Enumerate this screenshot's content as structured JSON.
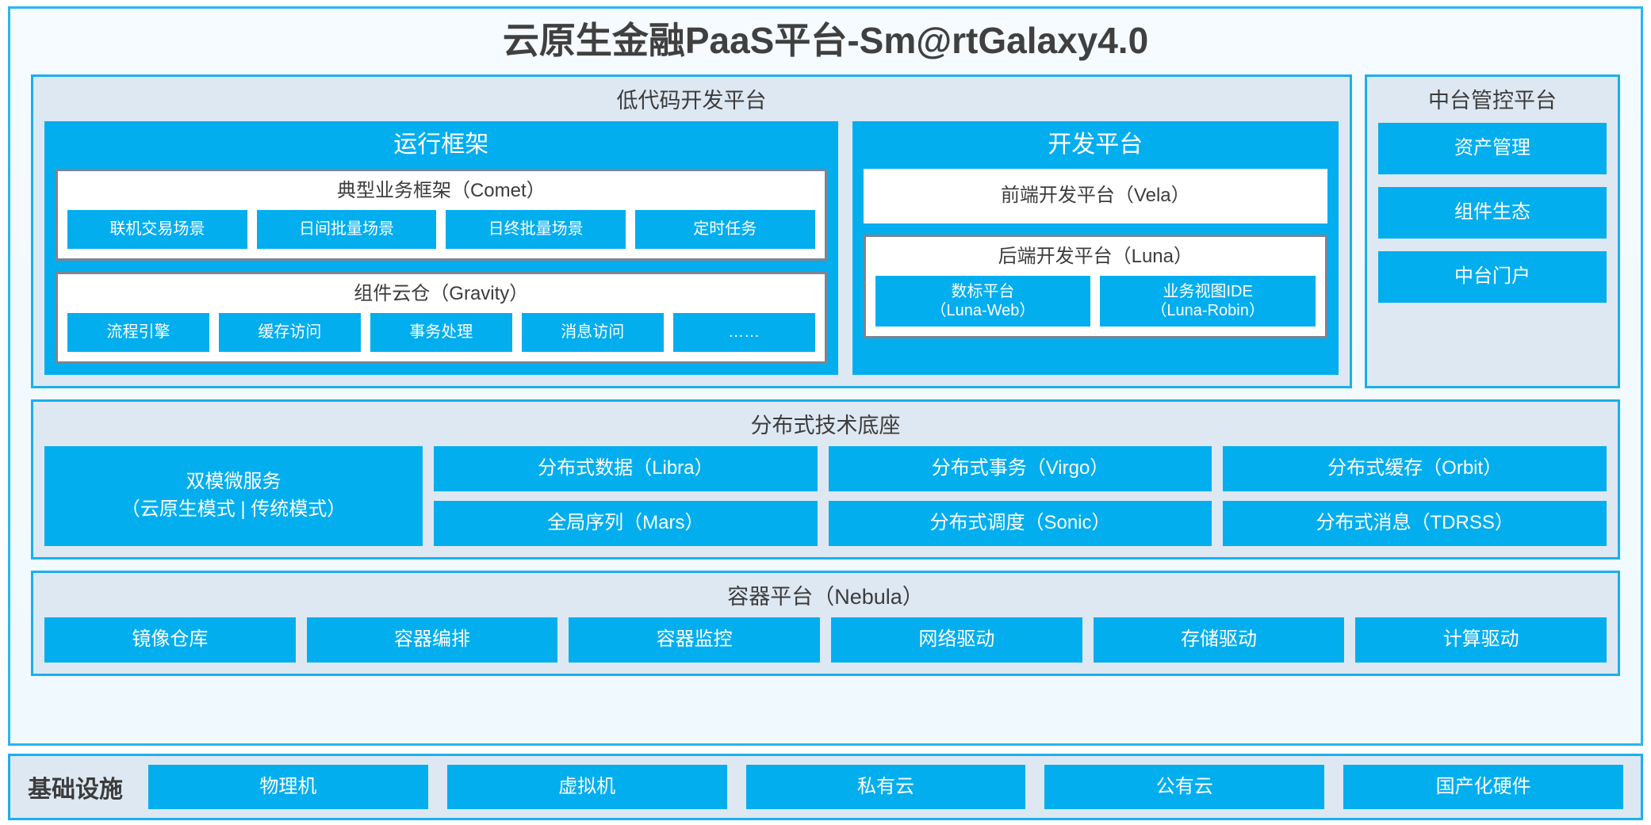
{
  "title": "云原生金融PaaS平台-Sm@rtGalaxy4.0",
  "colors": {
    "accent_blue": "#03AEEF",
    "panel_fill": "#DEE8F3",
    "panel_border": "#1BAFEC",
    "inner_border": "#7C8492",
    "text_dark": "#3C3C3C",
    "page_bg": "#F2FAFD"
  },
  "lowcode": {
    "title": "低代码开发平台",
    "runtime": {
      "title": "运行框架",
      "comet": {
        "title": "典型业务框架（Comet）",
        "items": [
          "联机交易场景",
          "日间批量场景",
          "日终批量场景",
          "定时任务"
        ]
      },
      "gravity": {
        "title": "组件云仓（Gravity）",
        "items": [
          "流程引擎",
          "缓存访问",
          "事务处理",
          "消息访问",
          "……"
        ]
      }
    },
    "devplat": {
      "title": "开发平台",
      "frontend": "前端开发平台（Vela）",
      "backend": {
        "title": "后端开发平台（Luna）",
        "items": [
          {
            "line1": "数标平台",
            "line2": "（Luna-Web）"
          },
          {
            "line1": "业务视图IDE",
            "line2": "（Luna-Robin）"
          }
        ]
      }
    }
  },
  "midoffice": {
    "title": "中台管控平台",
    "items": [
      "资产管理",
      "组件生态",
      "中台门户"
    ]
  },
  "distributed": {
    "title": "分布式技术底座",
    "wide": {
      "line1": "双模微服务",
      "line2": "（云原生模式 | 传统模式）"
    },
    "columns": [
      [
        "分布式数据（Libra）",
        "全局序列（Mars）"
      ],
      [
        "分布式事务（Virgo）",
        "分布式调度（Sonic）"
      ],
      [
        "分布式缓存（Orbit）",
        "分布式消息（TDRSS）"
      ]
    ]
  },
  "container": {
    "title": "容器平台（Nebula）",
    "items": [
      "镜像仓库",
      "容器编排",
      "容器监控",
      "网络驱动",
      "存储驱动",
      "计算驱动"
    ]
  },
  "infrastructure": {
    "label": "基础设施",
    "items": [
      "物理机",
      "虚拟机",
      "私有云",
      "公有云",
      "国产化硬件"
    ]
  }
}
